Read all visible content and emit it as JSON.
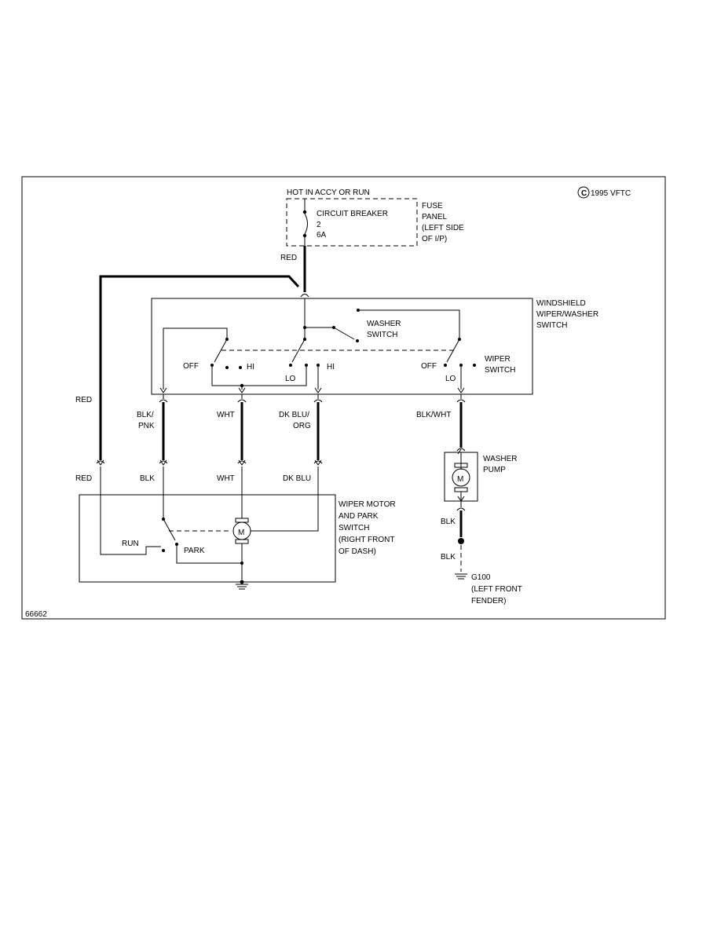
{
  "copyright": "1995 VFTC",
  "figure_id": "66662",
  "fuse_panel": {
    "hot_label": "HOT IN ACCY OR RUN",
    "breaker_label": "CIRCUIT BREAKER",
    "breaker_number": "2",
    "breaker_rating": "6A",
    "panel_lines": [
      "FUSE",
      "PANEL",
      "(LEFT SIDE",
      "OF I/P)"
    ]
  },
  "wire_red_top": "RED",
  "wiper_switch": {
    "name_lines": [
      "WINDSHIELD",
      "WIPER/WASHER",
      "SWITCH"
    ],
    "washer_lines": [
      "WASHER",
      "SWITCH"
    ],
    "wiper_lines": [
      "WIPER",
      "SWITCH"
    ],
    "off_left": "OFF",
    "hi_left": "HI",
    "lo_mid": "LO",
    "hi_mid": "HI",
    "off_right": "OFF",
    "lo_right": "LO"
  },
  "wires_upper": {
    "red": "RED",
    "blk_pnk_lines": [
      "BLK/",
      "PNK"
    ],
    "wht": "WHT",
    "dk_blu_org_lines": [
      "DK BLU/",
      "ORG"
    ],
    "blk_wht": "BLK/WHT"
  },
  "wires_lower": {
    "red": "RED",
    "blk": "BLK",
    "wht": "WHT",
    "dk_blu": "DK BLU"
  },
  "wiper_motor": {
    "name_lines": [
      "WIPER MOTOR",
      "AND PARK",
      "SWITCH",
      "(RIGHT FRONT",
      "OF DASH)"
    ],
    "run": "RUN",
    "park": "PARK",
    "motor_symbol": "M"
  },
  "washer_pump": {
    "name_lines": [
      "WASHER",
      "PUMP"
    ],
    "motor_symbol": "M",
    "wire_blk_1": "BLK",
    "wire_blk_2": "BLK"
  },
  "ground": {
    "name_lines": [
      "G100",
      "(LEFT FRONT",
      "FENDER)"
    ]
  }
}
